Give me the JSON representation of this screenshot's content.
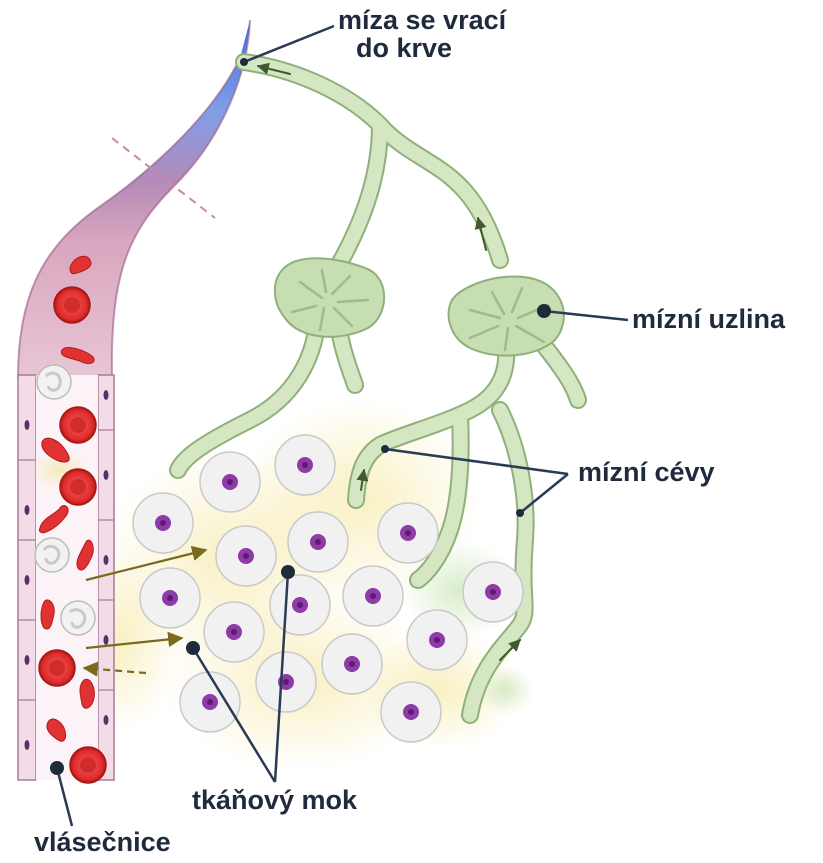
{
  "labels": {
    "return_line1": "míza se vrací",
    "return_line2": "do krve",
    "lymph_node": "mízní uzlina",
    "lymph_vessels": "mízní cévy",
    "tissue_fluid": "tkáňový mok",
    "capillary": "vlásečnice"
  },
  "colors": {
    "label_text": "#1f2a3d",
    "leader_line": "#2b3a55",
    "lymph_vessel_fill": "#d4e6c2",
    "lymph_vessel_stroke": "#8fb07a",
    "vein_blue": "#4a74d8",
    "capillary_pink": "#f0dbe6",
    "red_blood_cell": "#e03232",
    "cell_nucleus": "#8e3aa8",
    "flow_arrow": "#7a6a1e"
  }
}
